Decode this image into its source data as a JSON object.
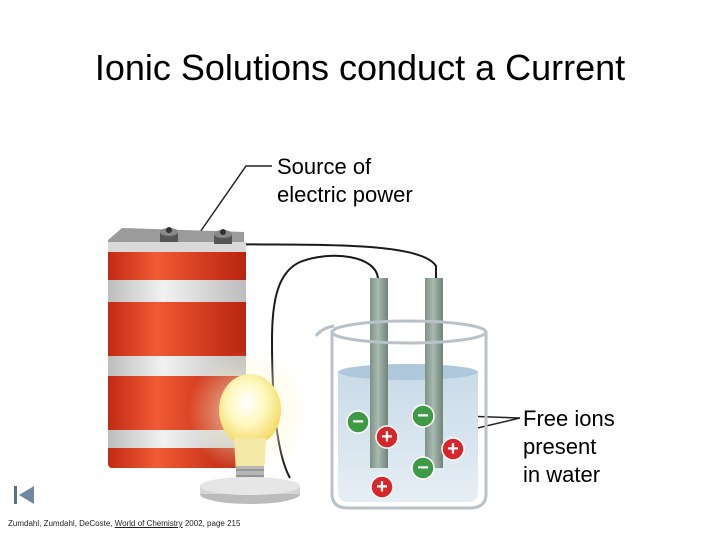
{
  "title": "Ionic Solutions conduct a Current",
  "labels": {
    "source_line1": "Source of",
    "source_line2": "electric power",
    "ions_line1": "Free ions",
    "ions_line2": "present",
    "ions_line3": "in water"
  },
  "ions": {
    "positive_symbol": "+",
    "negative_symbol": "−",
    "positive_color": "#d8262b",
    "negative_color": "#3f9a46"
  },
  "battery": {
    "stripe_color": "#e83f22",
    "band_color": "#e8e8e8"
  },
  "citation": {
    "authors": "Zumdahl, Zumdahl, DeCoste, ",
    "book": "World of Chemistry",
    "rest": " 2002, page 215"
  },
  "nav": {
    "icon": "first-slide-icon"
  }
}
